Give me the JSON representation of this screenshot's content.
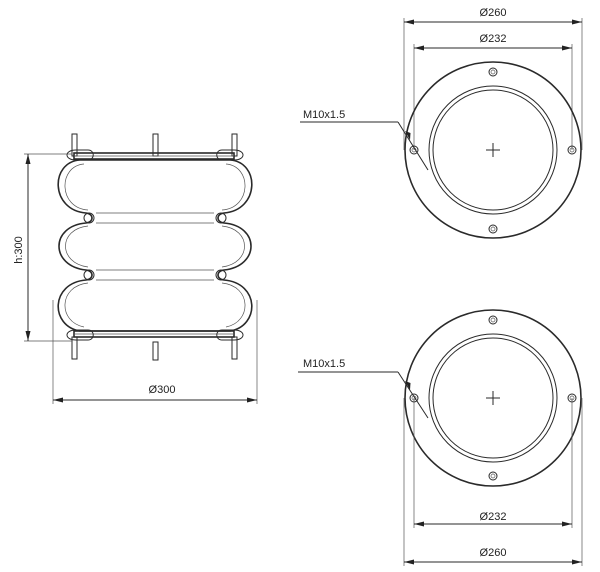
{
  "side_view": {
    "height_label": "h:300",
    "diameter_label": "Ø300"
  },
  "top_plate": {
    "outer_diameter_label": "Ø260",
    "bolt_circle_label": "Ø232",
    "thread_label": "M10x1.5"
  },
  "bottom_plate": {
    "outer_diameter_label": "Ø260",
    "bolt_circle_label": "Ø232",
    "thread_label": "M10x1.5"
  }
}
